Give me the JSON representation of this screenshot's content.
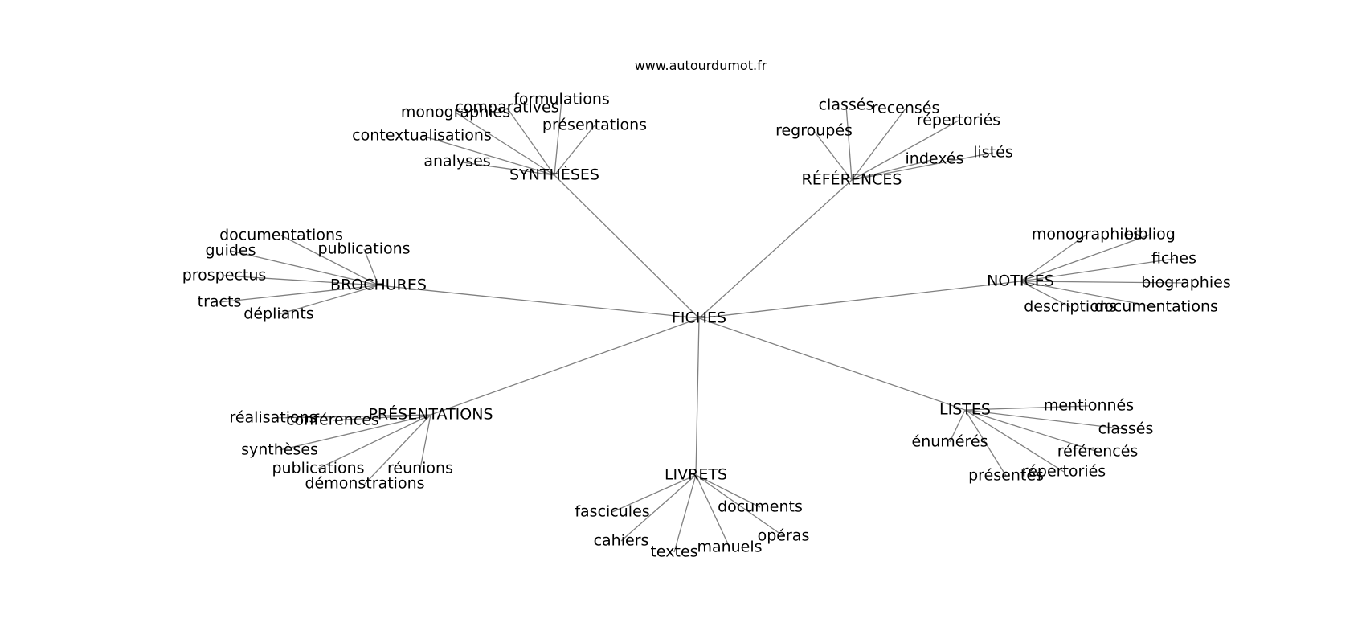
{
  "site": "www.autourdumot.fr",
  "colors": {
    "edge": "#808080",
    "text": "#000000",
    "background": "#ffffff"
  },
  "graph": {
    "center": "FICHES",
    "groups": [
      {
        "name": "SYNTHÈSES",
        "children": [
          "formulations",
          "comparatives",
          "monographies",
          "contextualisations",
          "analyses",
          "présentations"
        ]
      },
      {
        "name": "RÉFÉRENCES",
        "children": [
          "classés",
          "recensés",
          "répertoriés",
          "regroupés",
          "indexés",
          "listés"
        ]
      },
      {
        "name": "BROCHURES",
        "children": [
          "documentations",
          "guides",
          "publications",
          "prospectus",
          "tracts",
          "dépliants"
        ]
      },
      {
        "name": "NOTICES",
        "children": [
          "monographies",
          "bibliog",
          "fiches",
          "biographies",
          "descriptions",
          "documentations"
        ]
      },
      {
        "name": "PRÉSENTATIONS",
        "children": [
          "réalisations",
          "conférences",
          "synthèses",
          "publications",
          "démonstrations",
          "réunions"
        ]
      },
      {
        "name": "LISTES",
        "children": [
          "mentionnés",
          "classés",
          "énumérés",
          "référencés",
          "présentés",
          "répertoriés"
        ]
      },
      {
        "name": "LIVRETS",
        "children": [
          "fascicules",
          "documents",
          "cahiers",
          "textes",
          "manuels",
          "opéras"
        ]
      }
    ]
  }
}
